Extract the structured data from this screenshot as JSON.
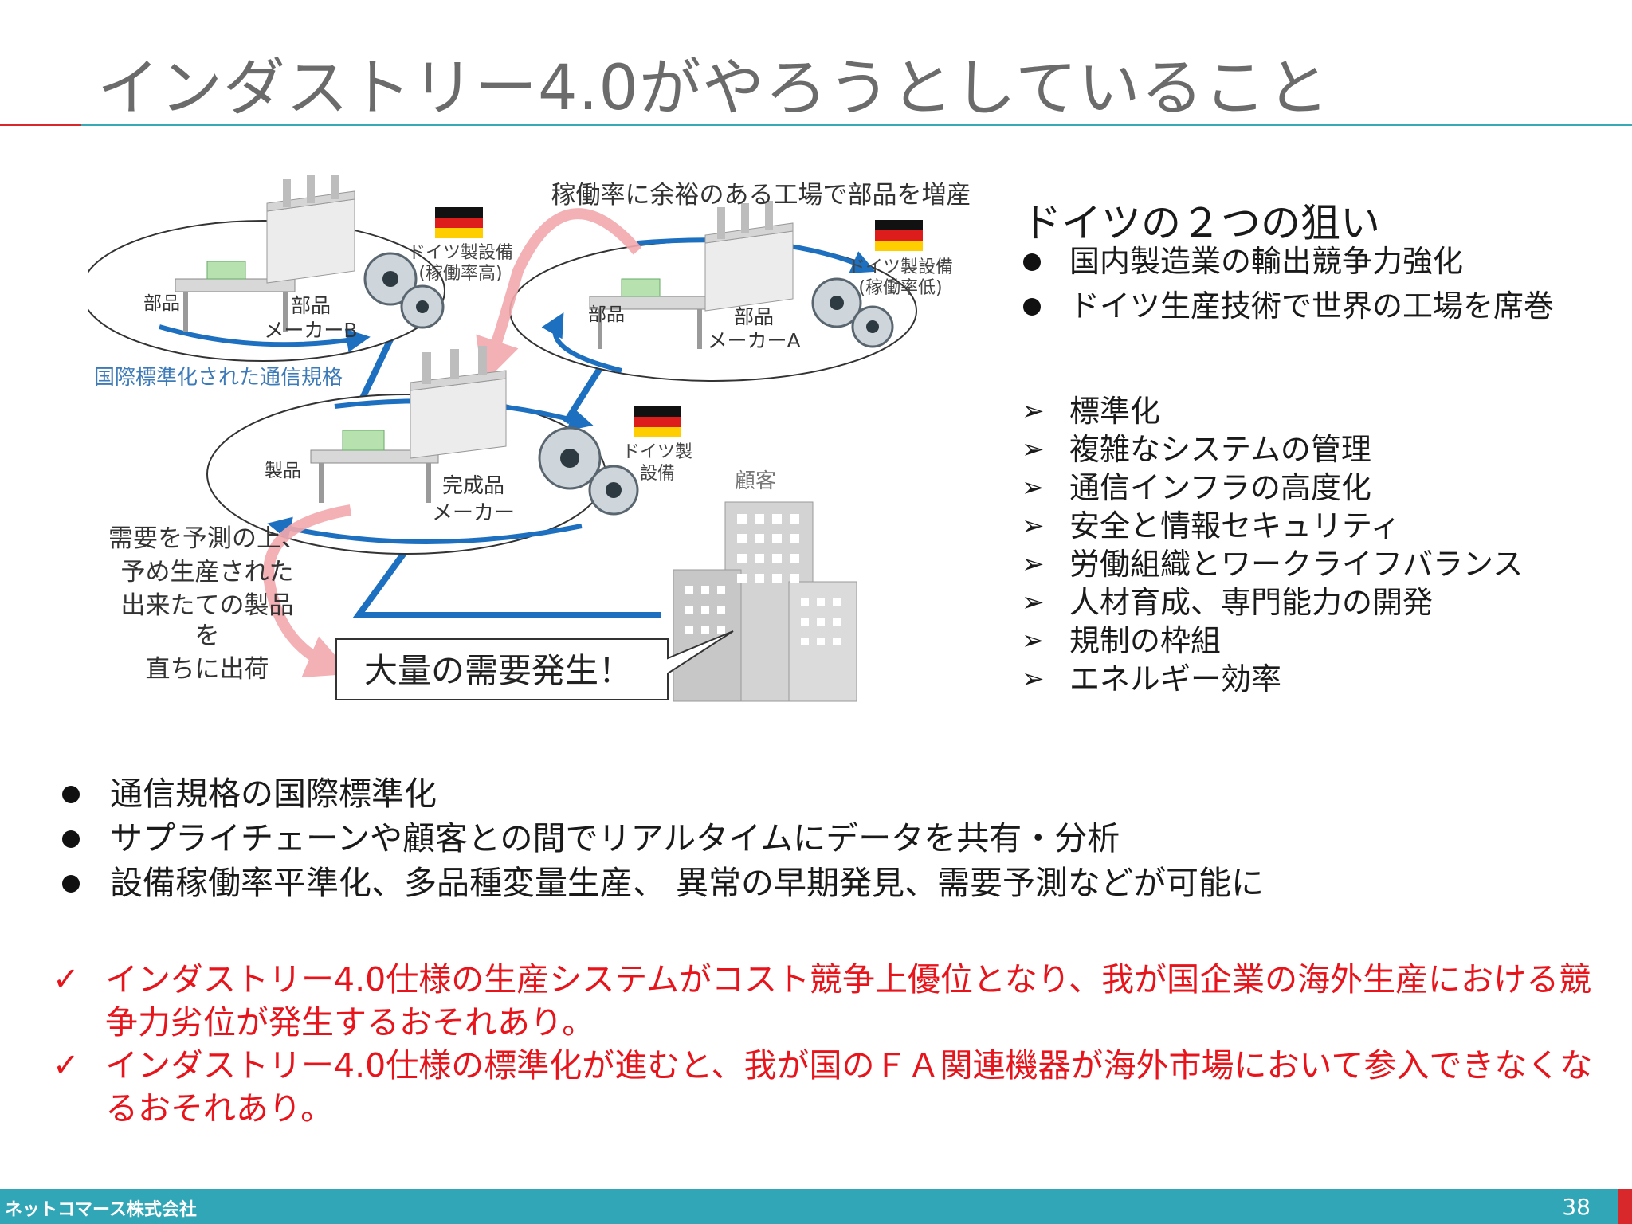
{
  "slide_title": "インダストリー4.0がやろうとしていること",
  "diagram": {
    "top_caption": "稼働率に余裕のある工場で部品を増産",
    "left_network_label": "国際標準化された通信規格",
    "factory_b": {
      "part_label": "部品",
      "name_line1": "部品",
      "name_line2": "メーカーB",
      "equipment_line1": "ドイツ製設備",
      "equipment_line2": "(稼働率高)"
    },
    "factory_a": {
      "part_label": "部品",
      "name_line1": "部品",
      "name_line2": "メーカーA",
      "equipment_line1": "ドイツ製設備",
      "equipment_line2": "(稼働率低)"
    },
    "finished_maker": {
      "product_label": "製品",
      "name_line1": "完成品",
      "name_line2": "メーカー",
      "equipment_line1": "ドイツ製",
      "equipment_line2": "設備"
    },
    "customer_label": "顧客",
    "ship_note": [
      "需要を予測の上、",
      "予め生産された",
      "出来たての製品",
      "を",
      "直ちに出荷"
    ],
    "demand_callout": "大量の需要発生！",
    "flag_colors": [
      "#111111",
      "#dd1c1c",
      "#ffce00"
    ]
  },
  "aims": {
    "heading": "ドイツの２つの狙い",
    "items": [
      "国内製造業の輸出競争力強化",
      "ドイツ生産技術で世界の工場を席巻"
    ]
  },
  "topics": {
    "marker": "➢",
    "items": [
      "標準化",
      "複雑なシステムの管理",
      "通信インフラの高度化",
      "安全と情報セキュリティ",
      "労働組織とワークライフバランス",
      "人材育成、専門能力の開発",
      "規制の枠組",
      "エネルギー効率"
    ]
  },
  "bullets": [
    "通信規格の国際標準化",
    "サプライチェーンや顧客との間でリアルタイムにデータを共有・分析",
    "設備稼働率平準化、多品種変量生産、 異常の早期発見、需要予測などが可能に"
  ],
  "warnings": {
    "marker": "✓",
    "items": [
      "インダストリー4.0仕様の生産システムがコスト競争上優位となり、我が国企業の海外生産における競争力劣位が発生するおそれあり。",
      "インダストリー4.0仕様の標準化が進むと、我が国のＦＡ関連機器が海外市場において参入できなくなるおそれあり。"
    ]
  },
  "footer": {
    "company": "ネットコマース株式会社",
    "page_number": "38"
  },
  "colors": {
    "title": "#6b6b6b",
    "accent_red": "#d8282c",
    "accent_teal": "#39a9b5",
    "warning_red": "#e8141b",
    "flow_blue": "#1d6fc0",
    "footer_bg": "#31a6b6"
  }
}
